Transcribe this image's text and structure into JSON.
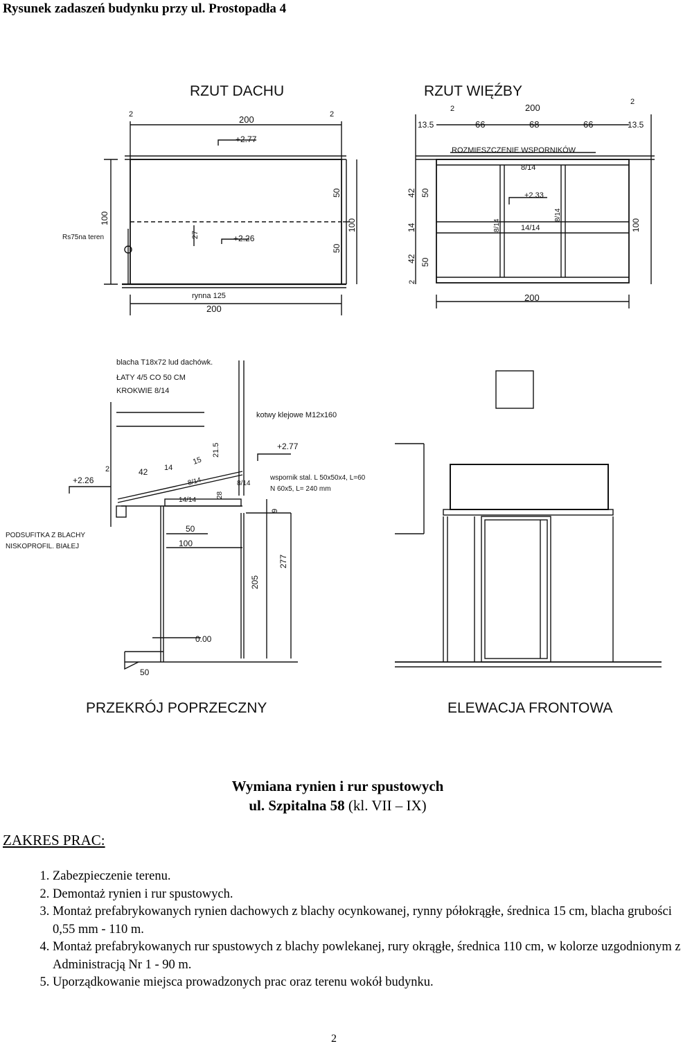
{
  "page": {
    "header_title": "Rysunek zadaszeń budynku przy ul. Prostopadła 4",
    "page_number": "2"
  },
  "drawing": {
    "roof_plan": {
      "title": "RZUT DACHU",
      "labels": [
        "200",
        "+2.77",
        "2",
        "2",
        "100",
        "50",
        "100",
        "50",
        "27",
        "+2.26",
        "Rs75na teren",
        "rynna 125",
        "200"
      ]
    },
    "truss_plan": {
      "title": "RZUT WIĘŹBY",
      "labels": [
        "200",
        "2",
        "2",
        "13.5",
        "66",
        "68",
        "66",
        "13.5",
        "ROZMIESZCZENIE WSPORNIKÓW",
        "8/14",
        "+2.33",
        "8/14",
        "8/14",
        "14/14",
        "42",
        "50",
        "14",
        "42",
        "50",
        "2",
        "100",
        "200"
      ]
    },
    "cross_section": {
      "title": "PRZEKRÓJ POPRZECZNY",
      "labels": [
        "blacha T18x72 lud dachówk.",
        "ŁATY 4/5 CO 50 CM",
        "KROKWIE 8/14",
        "kotwy klejowe M12x160",
        "+2.77",
        "+2.26",
        "2",
        "42",
        "14",
        "15",
        "21.5",
        "8/14",
        "8/14",
        "14/14",
        "28",
        "wspornik stal. L 50x50x4, L=60",
        "N 60x5, L= 240 mm",
        "9",
        "PODSUFITKA Z BLACHY",
        "NISKOPROFIL. BIAŁEJ",
        "50",
        "100",
        "205",
        "277",
        "0.00",
        "50"
      ]
    },
    "front_elevation": {
      "title": "ELEWACJA FRONTOWA"
    }
  },
  "doc": {
    "title_line1": "Wymiana rynien i rur spustowych",
    "title_line2_bold": "ul. Szpitalna 58",
    "title_line2_normal": " (kl. VII – IX)",
    "scope_heading": "ZAKRES  PRAC:",
    "tasks": [
      "Zabezpieczenie terenu.",
      "Demontaż rynien i rur spustowych.",
      "Montaż prefabrykowanych rynien dachowych z blachy ocynkowanej, rynny półokrągłe, średnica 15 cm, blacha grubości 0,55 mm  -  110 m.",
      "Montaż prefabrykowanych rur spustowych z blachy powlekanej, rury okrągłe, średnica 110 cm, w kolorze uzgodnionym z Administracją  Nr 1 - 90 m.",
      "Uporządkowanie miejsca prowadzonych prac oraz terenu wokół budynku."
    ]
  }
}
